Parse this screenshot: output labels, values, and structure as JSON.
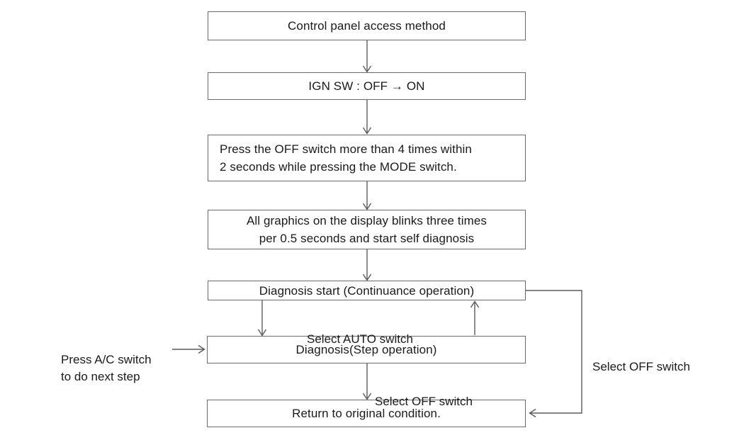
{
  "diagram": {
    "title": "Control panel access method self-diagnosis flowchart",
    "line_color": "#6a6a6a",
    "text_color": "#1a1a1a",
    "background": "#ffffff",
    "nodes": [
      {
        "id": "control-panel-access-method",
        "text": "Control panel access method"
      },
      {
        "id": "ign-sw",
        "text": "IGN SW : OFF → ON"
      },
      {
        "id": "press-off-switch",
        "text": "Press the OFF switch more than 4 times within\n2 seconds while pressing the MODE switch."
      },
      {
        "id": "graphics-blink",
        "text": "All graphics on the display blinks three times\nper 0.5 seconds and start self diagnosis"
      },
      {
        "id": "diagnosis-start",
        "text": "Diagnosis start (Continuance operation)"
      },
      {
        "id": "diagnosis-step",
        "text": "Diagnosis(Step operation)"
      },
      {
        "id": "return-original",
        "text": "Return to original condition."
      }
    ],
    "edge_labels": [
      {
        "id": "select-auto-switch",
        "text": "Select AUTO switch"
      },
      {
        "id": "select-off-switch-down",
        "text": "Select OFF switch"
      },
      {
        "id": "select-off-switch-right",
        "text": "Select OFF switch"
      },
      {
        "id": "press-ac-switch",
        "text": "Press A/C switch\nto do next step"
      }
    ]
  }
}
